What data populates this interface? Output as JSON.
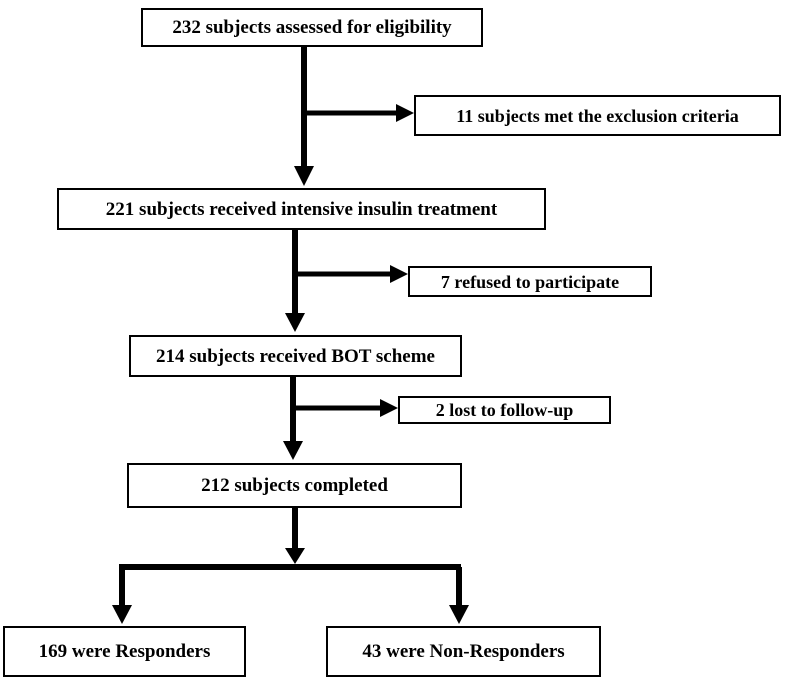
{
  "flowchart": {
    "main_steps": [
      "232 subjects assessed for eligibility",
      "221 subjects received intensive insulin treatment",
      "214 subjects received BOT scheme",
      "212 subjects completed"
    ],
    "side_exits": [
      "11 subjects met the exclusion criteria",
      "7 refused to participate",
      "2 lost to follow-up"
    ],
    "outcomes": [
      "169 were Responders",
      "43 were Non-Responders"
    ]
  }
}
